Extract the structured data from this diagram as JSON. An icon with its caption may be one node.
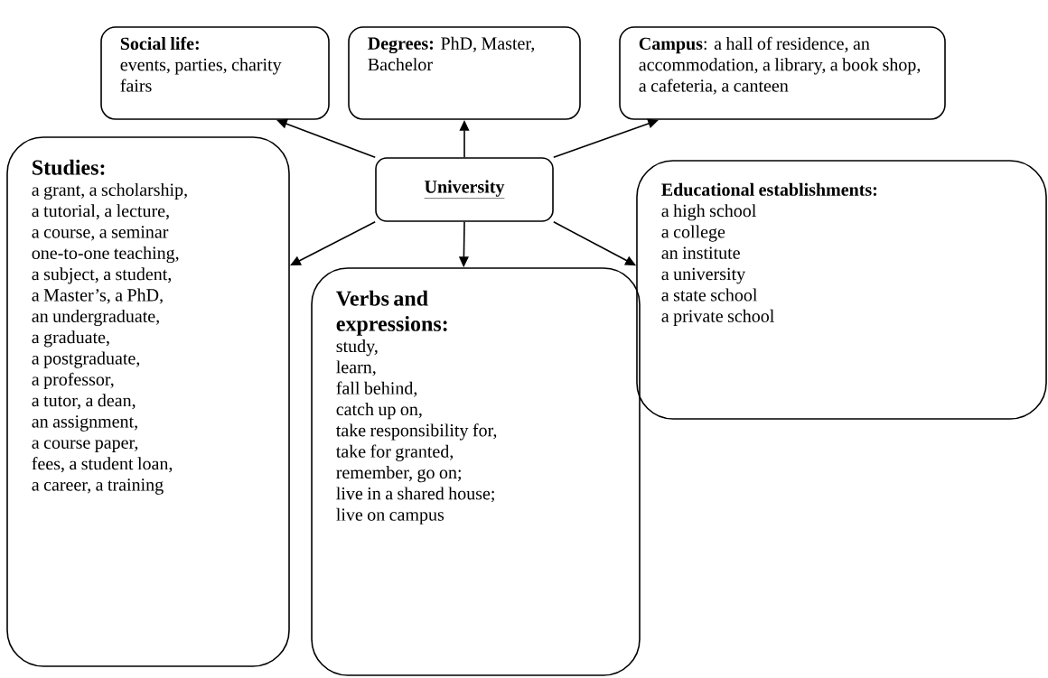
{
  "diagram": {
    "nodes": [
      {
        "text": [
          "University"
        ]
      },
      {
        "text": [
          "Social life:",
          "events, parties, charity fairs"
        ]
      },
      {
        "text": [
          "**Degrees:** PhD, Master, Bachelor"
        ]
      },
      {
        "text": [
          "**Campus**: a hall of residence, an accommodation, a library, a book shop, a cafeteria, a canteen"
        ]
      },
      {
        "text": [
          "Studies:",
          "a grant, a scholarship,",
          "a tutorial, a lecture,",
          "a course, a seminar",
          "one-to-one teaching,",
          "a subject, a student,",
          "a Master’s, a PhD,",
          "an undergraduate,",
          "a graduate,",
          "a postgraduate,",
          "a professor,",
          "a tutor, a dean,",
          "an assignment,",
          "a course paper,",
          "fees, a student loan,",
          "a career, a training"
        ]
      },
      {
        "text": [
          "Verbs and expressions:",
          "study,",
          "learn,",
          "fall behind,",
          "catch up on,",
          "take responsibility for,",
          "take for granted,",
          "remember, go on;",
          "live in a shared house;",
          "live on campus"
        ]
      },
      {
        "text": [
          "Educational establishments:",
          "a high school",
          "a college",
          "an institute",
          "a university",
          "a state school",
          "a private school"
        ]
      }
    ],
    "edges": [
      {
        "from": 0,
        "to": 1,
        "arrow": "to"
      },
      {
        "from": 0,
        "to": 2,
        "arrow": "to"
      },
      {
        "from": 0,
        "to": 3,
        "arrow": "to"
      },
      {
        "from": 0,
        "to": 4,
        "arrow": "to"
      },
      {
        "from": 0,
        "to": 5,
        "arrow": "to"
      },
      {
        "from": 0,
        "to": 6,
        "arrow": "to"
      }
    ]
  }
}
